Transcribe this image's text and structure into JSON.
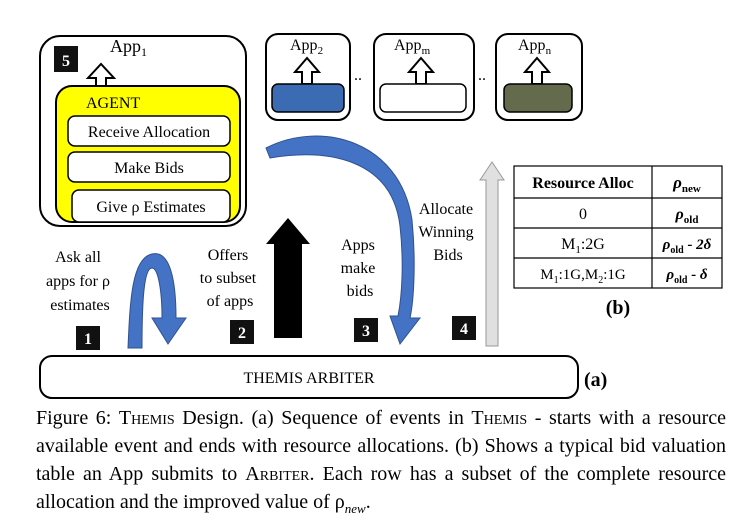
{
  "diagram": {
    "apps": {
      "app1": {
        "base": "App",
        "sub": "1"
      },
      "app2": {
        "base": "App",
        "sub": "2"
      },
      "appm": {
        "base": "App",
        "sub": "m"
      },
      "appn": {
        "base": "App",
        "sub": "n"
      }
    },
    "ellipsis": "..",
    "agent": {
      "title": "AGENT",
      "items": [
        "Receive Allocation",
        "Make Bids",
        "Give ρ Estimates"
      ]
    },
    "steps": {
      "s1": {
        "number": "1",
        "label_lines": [
          "Ask all",
          "apps for ρ",
          "estimates"
        ]
      },
      "s2": {
        "number": "2",
        "label_lines": [
          "Offers",
          "to subset",
          "of apps"
        ]
      },
      "s3": {
        "number": "3",
        "label_lines": [
          "Apps",
          "make",
          "bids"
        ]
      },
      "s4": {
        "number": "4",
        "label_lines": [
          "Allocate",
          "Winning",
          "Bids"
        ]
      },
      "s5": {
        "number": "5"
      }
    },
    "arbiter": {
      "label": "THEMIS ARBITER",
      "tag": "(a)"
    },
    "table": {
      "headers": {
        "col1": "Resource Alloc",
        "col2_base": "ρ",
        "col2_sub": "new"
      },
      "rows": [
        {
          "alloc": "0",
          "rho_base": "ρ",
          "rho_sub": "old",
          "rho_suffix": ""
        },
        {
          "alloc_base": "M",
          "alloc_sub": "1",
          "alloc_rest": ":2G",
          "rho_base": "ρ",
          "rho_sub": "old",
          "rho_suffix": " - 2δ"
        },
        {
          "alloc_base": "M",
          "alloc_sub": "1",
          "alloc_rest": ":1G,M",
          "alloc_sub2": "2",
          "alloc_rest2": ":1G",
          "rho_base": "ρ",
          "rho_sub": "old",
          "rho_suffix": " - δ"
        }
      ],
      "tag": "(b)"
    },
    "colors": {
      "agent_fill": "#ffff00",
      "app2_fill": "#3a6bb3",
      "appn_fill": "#646b4c",
      "curved_arrow": "#4472c4",
      "step2_arrow": "#000000",
      "step4_arrow": "#e0e0e0"
    }
  },
  "caption": {
    "fig_label": "Figure 6:",
    "themis": "Themis",
    "part1": " Design. (a) Sequence of events in ",
    "part2": " - starts with a resource available event and ends with resource allocations. (b) Shows a typical bid valuation table an App submits to ",
    "arbiter": "Arbiter",
    "part3": ". Each row has a subset of the complete resource allocation and the improved value of ",
    "rho": "ρ",
    "rho_sub": "new",
    "end": "."
  }
}
